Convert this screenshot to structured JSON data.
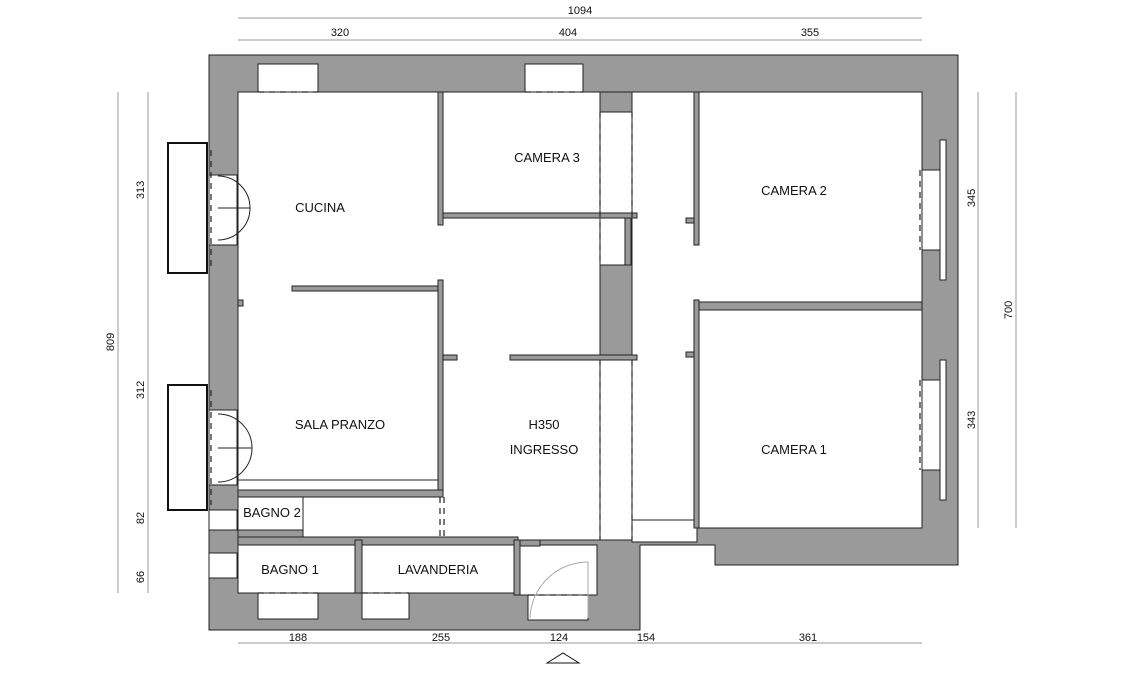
{
  "rooms": {
    "cucina": "CUCINA",
    "camera3": "CAMERA 3",
    "camera2": "CAMERA 2",
    "camera1": "CAMERA 1",
    "sala_pranzo": "SALA PRANZO",
    "height": "H350",
    "ingresso": "INGRESSO",
    "bagno2": "BAGNO 2",
    "bagno1": "BAGNO 1",
    "lavanderia": "LAVANDERIA"
  },
  "dimensions": {
    "top_total": "1094",
    "top": [
      "320",
      "404",
      "355"
    ],
    "bottom": [
      "188",
      "255",
      "124",
      "154",
      "361"
    ],
    "left_total": "809",
    "left": [
      "313",
      "312",
      "82",
      "66"
    ],
    "right_total": "700",
    "right": [
      "345",
      "343"
    ]
  },
  "colors": {
    "wall": "#9a9a9a"
  }
}
